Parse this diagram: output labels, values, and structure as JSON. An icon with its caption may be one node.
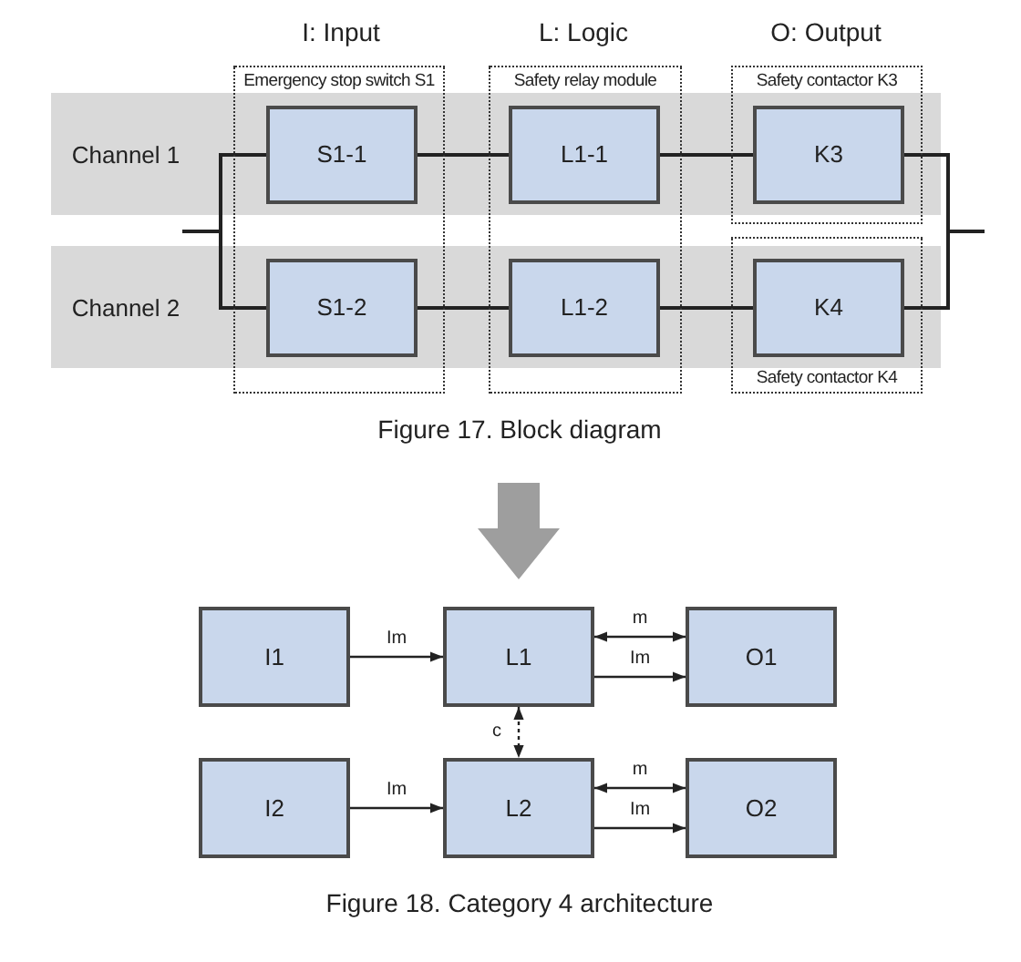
{
  "diagram": {
    "nodes": [
      {
        "text": [
          "Emergency stop switch S1"
        ]
      },
      {
        "text": [
          "Safety relay module"
        ]
      },
      {
        "text": [
          "Safety contactor K3"
        ]
      },
      {
        "text": [
          "Safety contactor K4"
        ]
      },
      {
        "text": [
          "S1-1"
        ],
        "in": 0
      },
      {
        "text": [
          "L1-1"
        ],
        "in": 1
      },
      {
        "text": [
          "K3"
        ],
        "in": 2
      },
      {
        "text": [
          "S1-2"
        ],
        "in": 0
      },
      {
        "text": [
          "L1-2"
        ],
        "in": 1
      },
      {
        "text": [
          "K4"
        ],
        "in": 3
      },
      {
        "text": [
          "I1"
        ]
      },
      {
        "text": [
          "L1"
        ]
      },
      {
        "text": [
          "O1"
        ]
      },
      {
        "text": [
          "I2"
        ]
      },
      {
        "text": [
          "L2"
        ]
      },
      {
        "text": [
          "O2"
        ]
      }
    ],
    "edges": [
      {
        "from": null,
        "to": 4,
        "arrow": "none"
      },
      {
        "from": null,
        "to": 7,
        "arrow": "none"
      },
      {
        "from": 4,
        "to": 5,
        "arrow": "none"
      },
      {
        "from": 5,
        "to": 6,
        "arrow": "none"
      },
      {
        "from": 7,
        "to": 8,
        "arrow": "none"
      },
      {
        "from": 8,
        "to": 9,
        "arrow": "none"
      },
      {
        "from": 6,
        "to": null,
        "arrow": "none"
      },
      {
        "from": 9,
        "to": null,
        "arrow": "none"
      },
      {
        "from": 10,
        "to": 11,
        "arrow": "to",
        "label": "Im"
      },
      {
        "from": 11,
        "to": 12,
        "arrow": "both",
        "label": "m"
      },
      {
        "from": 11,
        "to": 12,
        "arrow": "to",
        "label": "Im"
      },
      {
        "from": 11,
        "to": 14,
        "arrow": "both",
        "label": "c",
        "style": "dashed"
      },
      {
        "from": 13,
        "to": 14,
        "arrow": "to",
        "label": "Im"
      },
      {
        "from": 14,
        "to": 15,
        "arrow": "both",
        "label": "m"
      },
      {
        "from": 14,
        "to": 15,
        "arrow": "to",
        "label": "Im"
      }
    ],
    "labels": [
      "I: Input",
      "L: Logic",
      "O: Output",
      "Channel 1",
      "Channel 2",
      "Figure 17. Block diagram",
      "Figure 18. Category 4 architecture"
    ]
  }
}
